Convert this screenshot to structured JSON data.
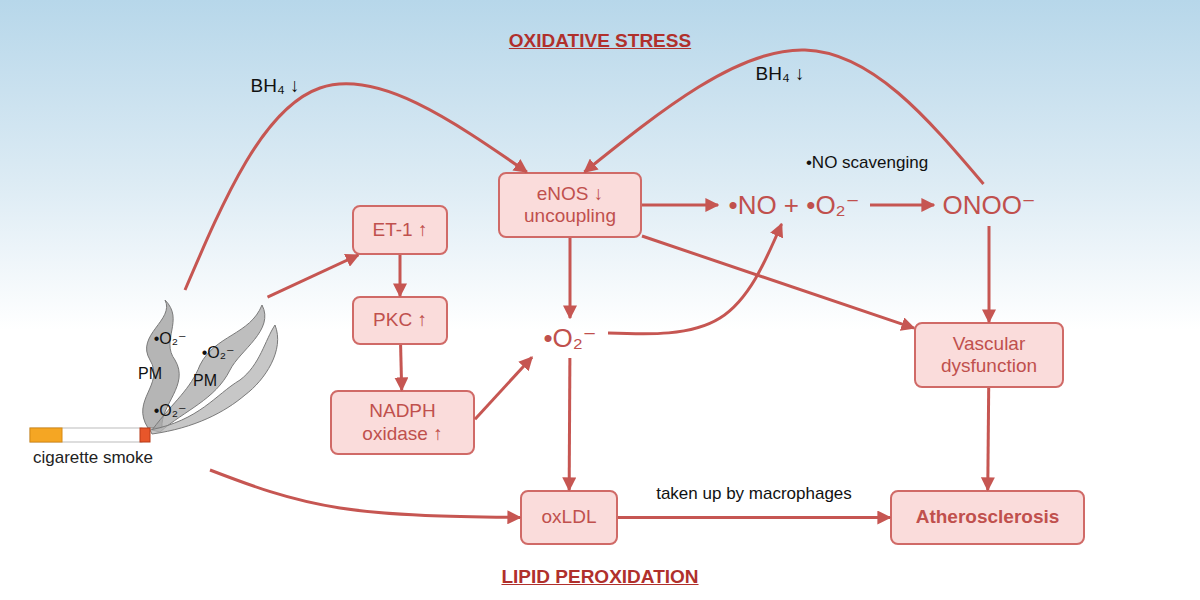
{
  "diagram": {
    "title": "OXIDATIVE STRESS",
    "nodes": [
      {
        "text": [
          "eNOS ↓ uncoupling"
        ]
      },
      {
        "text": [
          "•NO + •O₂⁻"
        ]
      },
      {
        "text": [
          "ONOO⁻"
        ]
      },
      {
        "text": [
          "ET-1 ↑"
        ]
      },
      {
        "text": [
          "PKC ↑"
        ]
      },
      {
        "text": [
          "•O₂⁻"
        ]
      },
      {
        "text": [
          "Vascular dysfunction"
        ]
      },
      {
        "text": [
          "NADPH oxidase ↑"
        ]
      },
      {
        "text": [
          "cigarette smoke"
        ]
      },
      {
        "text": [
          "oxLDL"
        ]
      },
      {
        "text": [
          "Atherosclerosis"
        ]
      }
    ],
    "edges": [
      {
        "from": 8,
        "to": 0,
        "arrow": "to",
        "label": "BH₄ ↓"
      },
      {
        "from": 2,
        "to": 0,
        "arrow": "to",
        "label": "BH₄ ↓"
      },
      {
        "from": 8,
        "to": 3,
        "arrow": "to"
      },
      {
        "from": 3,
        "to": 4,
        "arrow": "to"
      },
      {
        "from": 4,
        "to": 7,
        "arrow": "to"
      },
      {
        "from": 7,
        "to": 5,
        "arrow": "to"
      },
      {
        "from": 0,
        "to": 5,
        "arrow": "to"
      },
      {
        "from": 0,
        "to": 1,
        "arrow": "to"
      },
      {
        "from": 1,
        "to": 2,
        "arrow": "to",
        "label": "•NO scavenging"
      },
      {
        "from": 5,
        "to": 1,
        "arrow": "to"
      },
      {
        "from": 0,
        "to": 6,
        "arrow": "to"
      },
      {
        "from": 2,
        "to": 6,
        "arrow": "to"
      },
      {
        "from": 6,
        "to": 10,
        "arrow": "to"
      },
      {
        "from": 5,
        "to": 9,
        "arrow": "to"
      },
      {
        "from": 8,
        "to": 9,
        "arrow": "to"
      },
      {
        "from": 9,
        "to": 10,
        "arrow": "to",
        "label": "taken up by macrophages"
      }
    ],
    "labels": [
      "•O₂⁻",
      "•O₂⁻",
      "PM",
      "PM",
      "•O₂⁻",
      "LIPID PEROXIDATION"
    ]
  }
}
